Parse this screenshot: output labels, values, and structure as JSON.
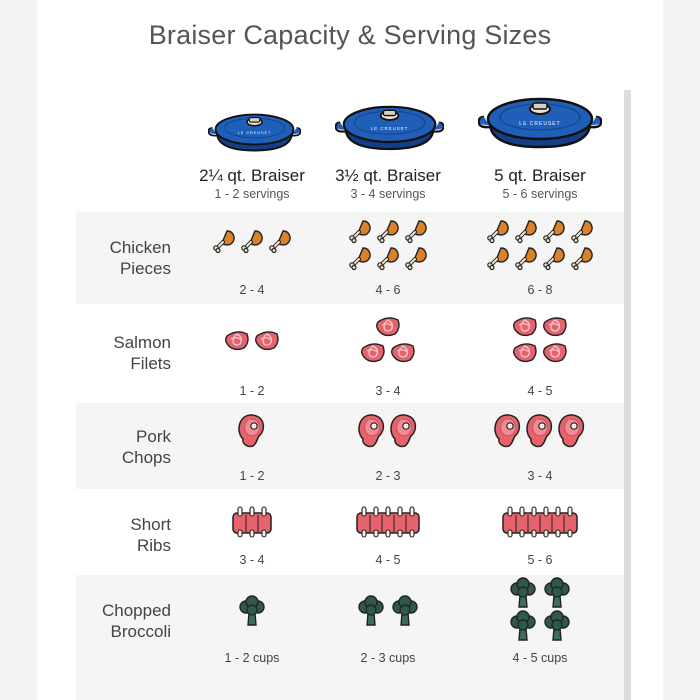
{
  "title": "Braiser Capacity & Serving Sizes",
  "brand_text": "LE CREUSET",
  "colors": {
    "pot_blue": "#1f5fb8",
    "pot_dark": "#123f86",
    "meat": "#e6636e",
    "chicken": "#d9822b",
    "broccoli": "#2f5a47",
    "row_shade": "#f5f5f5"
  },
  "braisers": [
    {
      "name": "2¼ qt. Braiser",
      "servings": "1 - 2 servings"
    },
    {
      "name": "3½ qt. Braiser",
      "servings": "3 - 4 servings"
    },
    {
      "name": "5 qt. Braiser",
      "servings": "5 - 6 servings"
    }
  ],
  "rows": [
    {
      "label_line1": "Chicken",
      "label_line2": "Pieces",
      "icon": "chicken-drumstick-icon",
      "counts": [
        3,
        6,
        8
      ],
      "values": [
        "2 - 4",
        "4 - 6",
        "6 - 8"
      ]
    },
    {
      "label_line1": "Salmon",
      "label_line2": "Filets",
      "icon": "salmon-filet-icon",
      "counts": [
        2,
        3,
        4
      ],
      "values": [
        "1 - 2",
        "3 - 4",
        "4 - 5"
      ]
    },
    {
      "label_line1": "Pork",
      "label_line2": "Chops",
      "icon": "pork-chop-icon",
      "counts": [
        1,
        2,
        3
      ],
      "values": [
        "1 - 2",
        "2 - 3",
        "3 - 4"
      ]
    },
    {
      "label_line1": "Short",
      "label_line2": "Ribs",
      "icon": "short-ribs-icon",
      "counts": [
        3,
        5,
        6
      ],
      "values": [
        "3 - 4",
        "4 - 5",
        "5 - 6"
      ]
    },
    {
      "label_line1": "Chopped",
      "label_line2": "Broccoli",
      "icon": "broccoli-icon",
      "counts": [
        1,
        2,
        4
      ],
      "values": [
        "1 - 2 cups",
        "2 - 3 cups",
        "4 - 5 cups"
      ]
    }
  ]
}
